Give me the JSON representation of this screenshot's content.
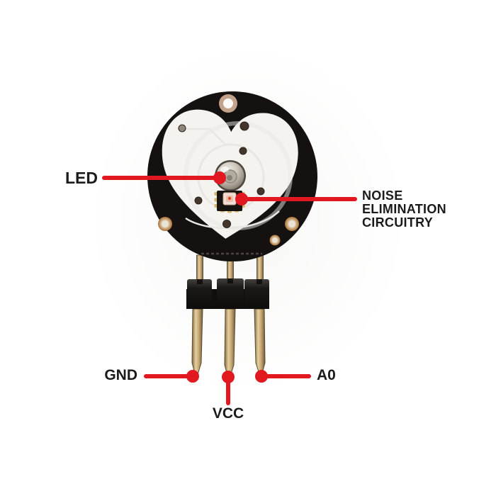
{
  "callouts": {
    "led": "LED",
    "noise_elimination": "NOISE\nELIMINATION\nCIRCUITRY",
    "gnd": "GND",
    "vcc": "VCC",
    "a0": "A0"
  },
  "colors": {
    "callout_red": "#e11820",
    "label_text": "#1b1b1b",
    "pcb_black": "#141110",
    "silkscreen_white": "#f5f3f0",
    "mounting_ring": "#c2a28b",
    "solder_ring_gold": "#b5793f",
    "pin_gold": "#c9ae7e",
    "ic_pad_gold": "#d9b568",
    "sensor_window_pink": "#f3ded6"
  }
}
